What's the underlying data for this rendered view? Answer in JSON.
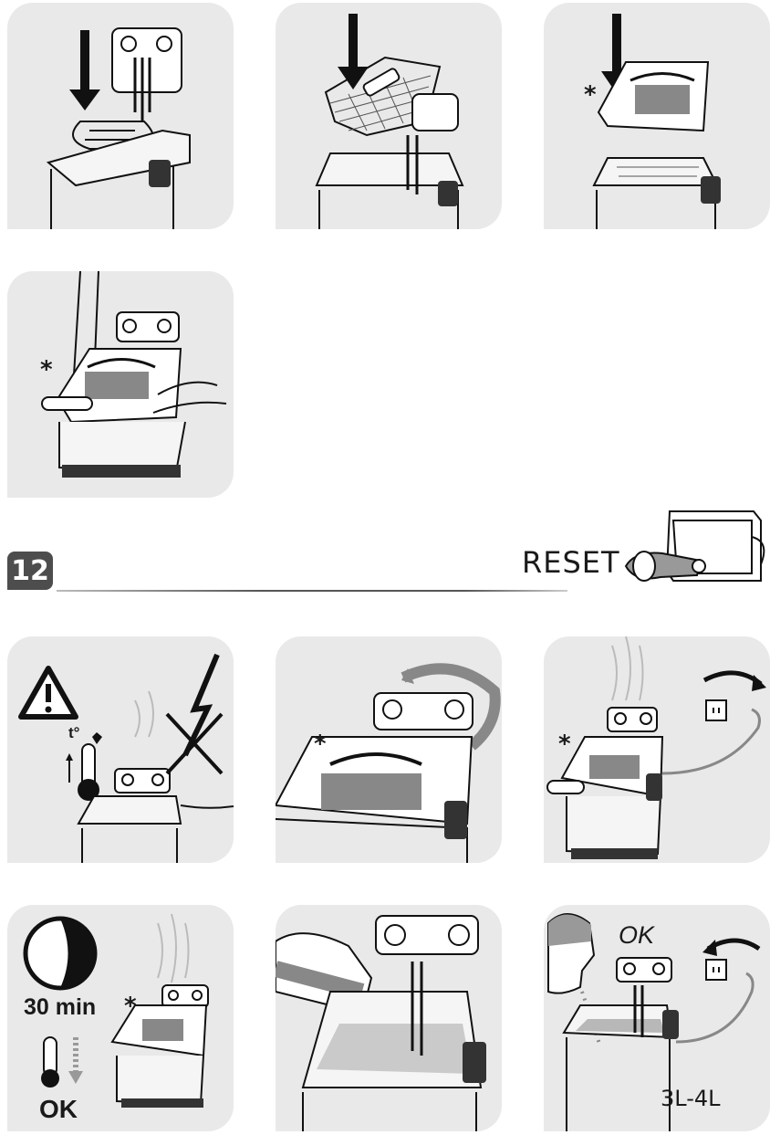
{
  "section": {
    "step_number": "12",
    "reset_label": "RESET"
  },
  "markers": {
    "asterisk": "*"
  },
  "panels": {
    "cooling": {
      "time_label": "30 min",
      "ok_label": "OK"
    },
    "warning": {
      "temp_label": "t°"
    },
    "refill": {
      "ok_label": "OK",
      "capacity_label": "3L-4L"
    }
  },
  "colors": {
    "panel_bg": "#e9e9e9",
    "step_badge": "#4d4d4d",
    "line": "#1a1a1a",
    "oil": "#b8b8b8"
  }
}
